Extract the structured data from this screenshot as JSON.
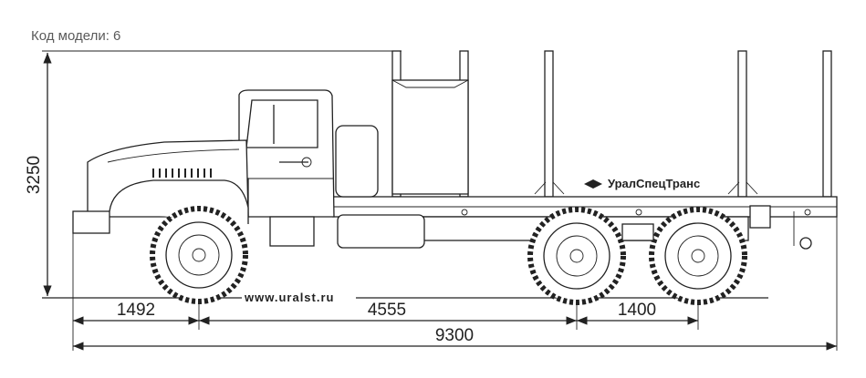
{
  "header": {
    "model_code": "Код модели: 6"
  },
  "drawing": {
    "brand_label": "УралСпецТранс",
    "website": "www.uralst.ru"
  },
  "dimensions": {
    "height": "3250",
    "front_overhang": "1492",
    "wheelbase": "4555",
    "rear_axle_spacing": "1400",
    "overall_length": "9300"
  }
}
